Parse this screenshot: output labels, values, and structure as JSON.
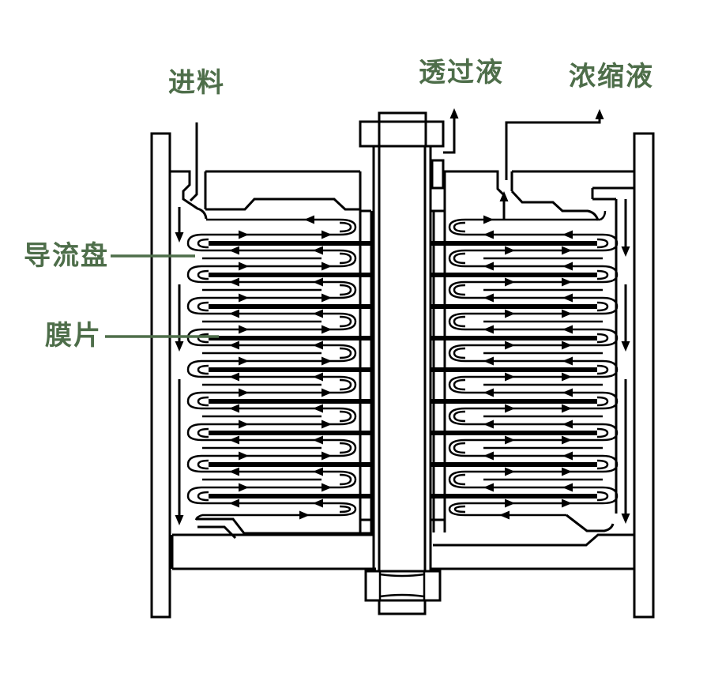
{
  "page": {
    "background": "#ffffff"
  },
  "palette": {
    "ink": "#000000",
    "label_green": "#4e6e4a"
  },
  "labels": {
    "feed": "进料",
    "permeate": "透过液",
    "concentrate": "浓缩液",
    "guide_disc": "导流盘",
    "membrane": "膜片"
  }
}
